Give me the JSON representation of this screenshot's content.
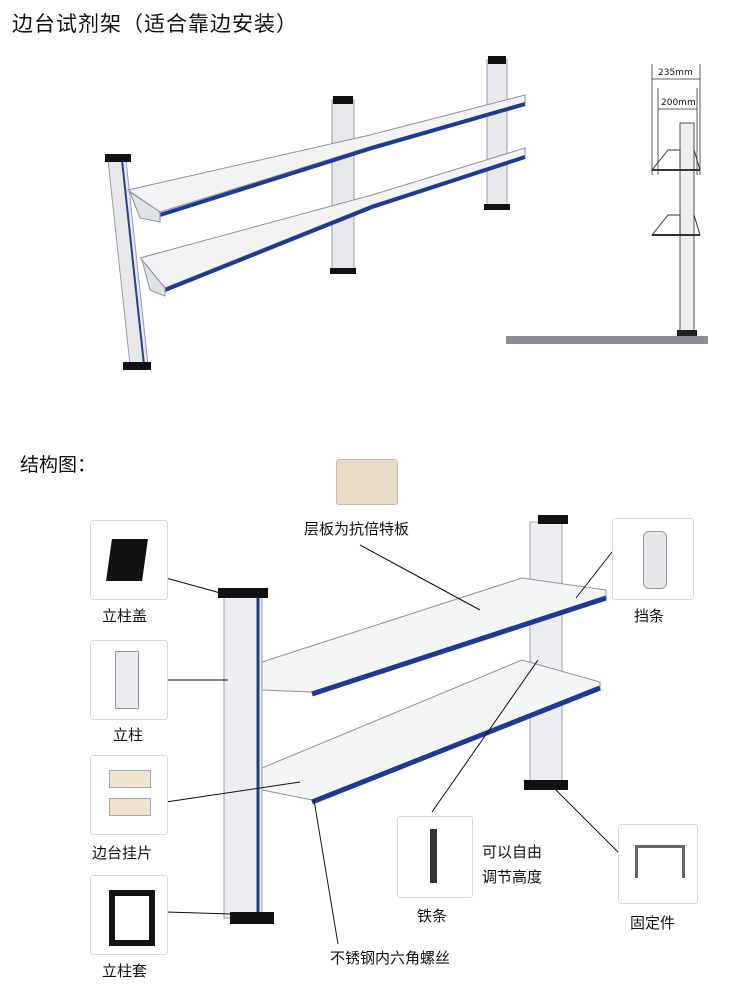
{
  "header": {
    "title": "边台试剂架（适合靠边安装）"
  },
  "side_view": {
    "outer_dim": "235mm",
    "inner_dim": "200mm"
  },
  "structure": {
    "title": "结构图：",
    "labels": {
      "shelf_board": "层板为抗倍特板",
      "post_cap": "立柱盖",
      "post": "立柱",
      "bracket": "边台挂片",
      "post_sleeve": "立柱套",
      "stop_strip": "挡条",
      "adjust_note_line1": "可以自由",
      "adjust_note_line2": "调节高度",
      "iron_strip": "铁条",
      "fixing": "固定件",
      "screw": "不锈钢内六角螺丝"
    }
  },
  "colors": {
    "accent_blue": "#1f3a93",
    "frame_gray": "#d5d8dd",
    "black": "#111111"
  }
}
